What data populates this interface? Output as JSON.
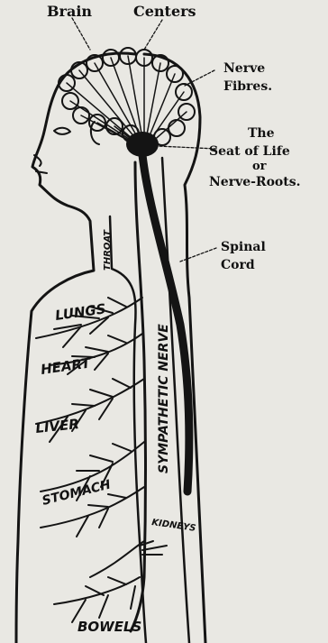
{
  "labels": {
    "brain": "Brain",
    "centers": "Centers",
    "nerve_fibres_1": "Nerve",
    "nerve_fibres_2": "Fibres.",
    "seat_1": "The",
    "seat_2": "Seat of Life",
    "seat_3": "or",
    "seat_4": "Nerve-Roots.",
    "spinal_1": "Spinal",
    "spinal_2": "Cord",
    "throat": "THROAT",
    "sympathetic": "SYMPATHETIC NERVE",
    "lungs": "LUNGS",
    "heart": "HEART",
    "liver": "LIVER",
    "stomach": "STOMACH",
    "kidneys": "KIDNEYS",
    "bowels": "BOWELS"
  },
  "colors": {
    "paper": "#e9e8e3",
    "ink": "#141414"
  }
}
